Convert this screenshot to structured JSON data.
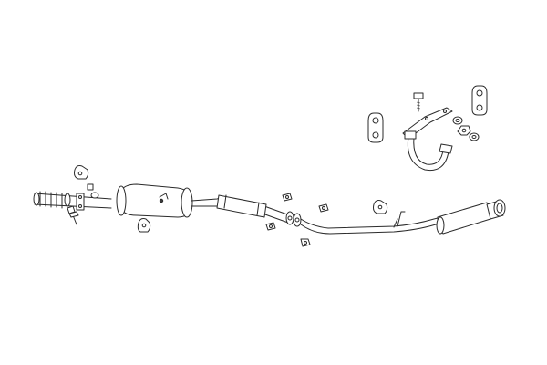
{
  "diagram": {
    "kind": "exploded exhaust system parts illustration",
    "text_labels": [],
    "colors": {
      "background": "#ffffff",
      "line": "#2b2b2b"
    },
    "parts": [
      {
        "id": "front-pipe-flex",
        "kind": "front downpipe with flexible section"
      },
      {
        "id": "center-muffler",
        "kind": "center silencer"
      },
      {
        "id": "intermediate-pipe",
        "kind": "intermediate pipe"
      },
      {
        "id": "rear-pipe",
        "kind": "rear pipe"
      },
      {
        "id": "rear-muffler",
        "kind": "rear silencer with tailpipe"
      },
      {
        "id": "rubber-mounts",
        "kind": "rubber hangers"
      },
      {
        "id": "clamp-bracket",
        "kind": "U-bolt clamp and bracket"
      },
      {
        "id": "fasteners",
        "kind": "bolts, nuts and washers"
      },
      {
        "id": "gaskets",
        "kind": "flange gaskets"
      }
    ]
  }
}
